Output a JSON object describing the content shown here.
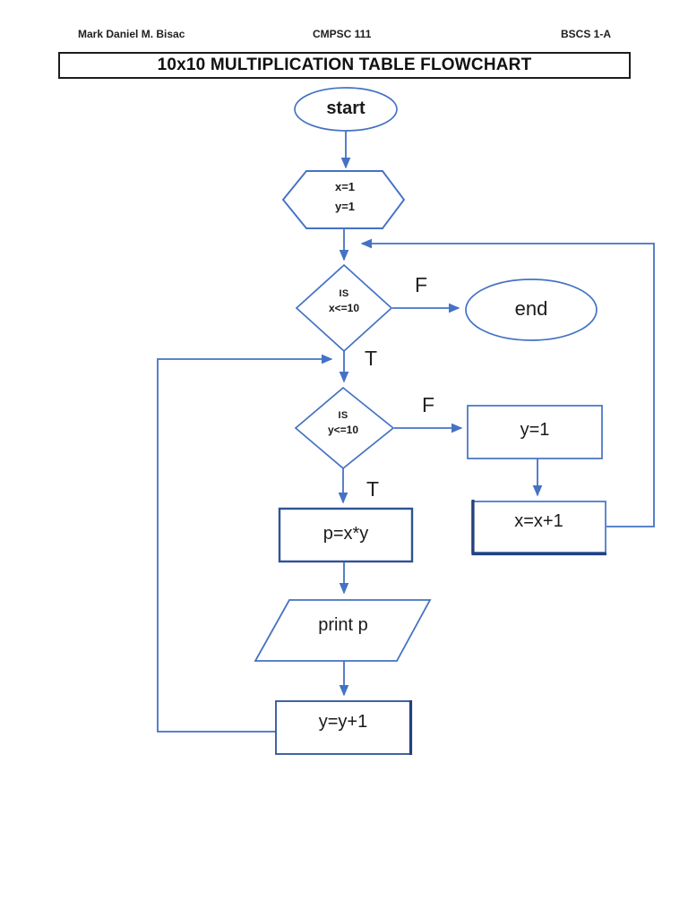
{
  "header": {
    "student_name": "Mark Daniel M. Bisac",
    "course": "CMPSC 111",
    "section": "BSCS 1-A"
  },
  "title": "10x10 MULTIPLICATION TABLE FLOWCHART",
  "flowchart": {
    "nodes": {
      "start": {
        "shape": "oval",
        "label": "start"
      },
      "init": {
        "shape": "hexagon",
        "line1": "x=1",
        "line2": "y=1"
      },
      "cond_x": {
        "shape": "diamond",
        "line1": "IS",
        "line2": "x<=10"
      },
      "end": {
        "shape": "oval",
        "label": "end"
      },
      "cond_y": {
        "shape": "diamond",
        "line1": "IS",
        "line2": "y<=10"
      },
      "reset_y": {
        "shape": "rectangle",
        "label": "y=1"
      },
      "inc_x": {
        "shape": "rectangle",
        "label": "x=x+1"
      },
      "compute_p": {
        "shape": "rectangle",
        "label": "p=x*y"
      },
      "print_p": {
        "shape": "parallelogram",
        "label": "print p"
      },
      "inc_y": {
        "shape": "rectangle",
        "label": "y=y+1"
      }
    },
    "branch_labels": {
      "cond_x_false": "F",
      "cond_x_true": "T",
      "cond_y_false": "F",
      "cond_y_true": "T"
    },
    "colors": {
      "connector_blue": "#4472C4",
      "medium_border_blue": "#2E5395",
      "dark_border_blue": "#24427C",
      "text_black": "#1a1a1a",
      "title_border_black": "#1c1c1c"
    }
  }
}
